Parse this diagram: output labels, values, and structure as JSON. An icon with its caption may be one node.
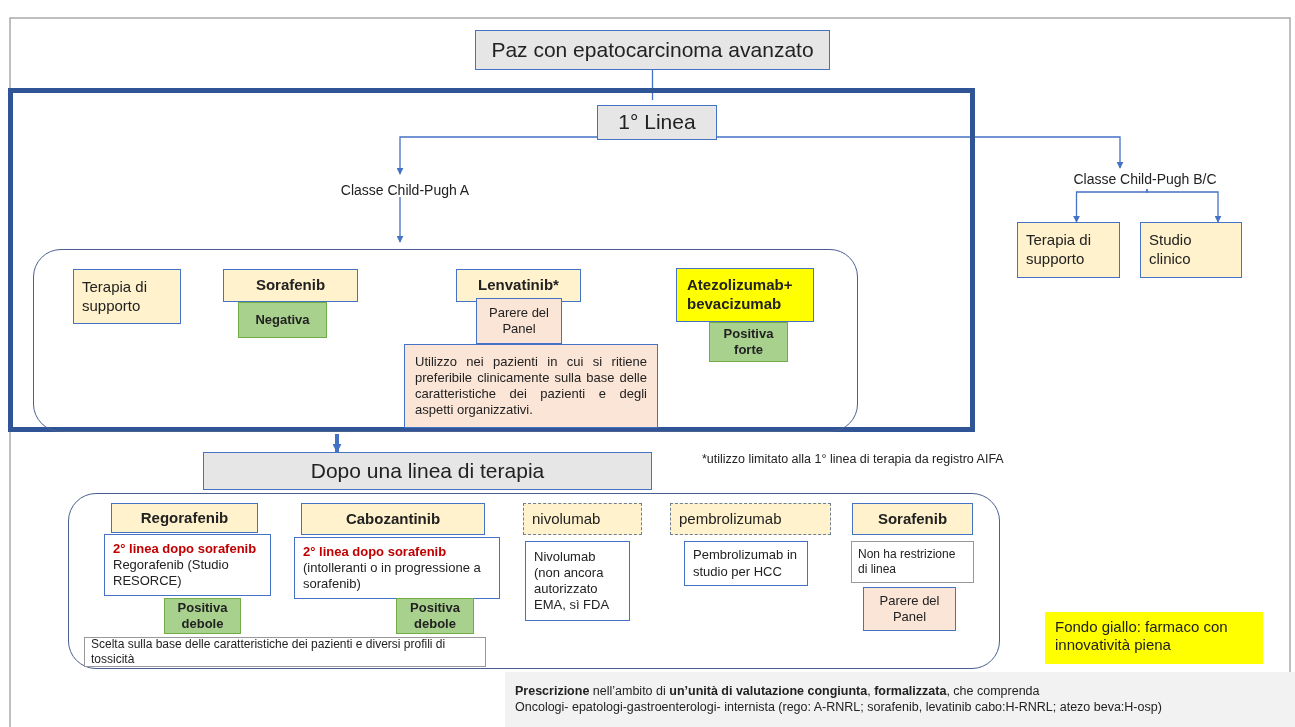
{
  "diagram": {
    "nodes": [
      {
        "text": [
          "Paz con epatocarcinoma avanzato"
        ]
      },
      {
        "text": [],
        "shape": "box"
      },
      {
        "text": [
          "1° Linea"
        ],
        "in": 1
      },
      {
        "text": [
          "Classe Child-Pugh A"
        ],
        "in": 1
      },
      {
        "text": [],
        "shape": "box",
        "in": 1
      },
      {
        "text": [
          "Terapia di supporto"
        ],
        "in": 4
      },
      {
        "text": [
          "Sorafenib"
        ],
        "in": 4
      },
      {
        "text": [
          "Negativa"
        ],
        "in": 4
      },
      {
        "text": [
          "Lenvatinib*"
        ],
        "in": 4
      },
      {
        "text": [
          "Parere del Panel"
        ],
        "in": 4
      },
      {
        "text": [
          "Utilizzo nei pazienti in cui si ritiene preferibile clinicamente sulla base delle caratteristiche dei pazienti e degli  aspetti organizzativi."
        ],
        "in": 4
      },
      {
        "text": [
          "Atezolizumab+ bevacizumab"
        ],
        "in": 4
      },
      {
        "text": [
          "Positiva forte"
        ],
        "in": 4
      },
      {
        "text": [
          "Classe Child-Pugh B/C"
        ]
      },
      {
        "text": [
          "Terapia di supporto"
        ]
      },
      {
        "text": [
          "Studio clinico"
        ]
      },
      {
        "text": [
          "Dopo una linea di terapia"
        ]
      },
      {
        "text": [],
        "shape": "box"
      },
      {
        "text": [
          "Regorafenib"
        ],
        "in": 17
      },
      {
        "text": [
          "2° linea dopo sorafenib",
          "Regorafenib (Studio RESORCE)"
        ],
        "in": 17
      },
      {
        "text": [
          "Positiva debole"
        ],
        "in": 17
      },
      {
        "text": [
          "Cabozantinib"
        ],
        "in": 17
      },
      {
        "text": [
          "2° linea dopo sorafenib",
          "(intolleranti o in progressione a sorafenib)"
        ],
        "in": 17
      },
      {
        "text": [
          "Positiva debole"
        ],
        "in": 17
      },
      {
        "text": [
          "nivolumab"
        ],
        "in": 17
      },
      {
        "text": [
          "Nivolumab (non ancora autorizzato EMA, sì FDA"
        ],
        "in": 17
      },
      {
        "text": [
          "pembrolizumab"
        ],
        "in": 17
      },
      {
        "text": [
          "Pembrolizumab in studio per HCC"
        ],
        "in": 17
      },
      {
        "text": [
          "Sorafenib"
        ],
        "in": 17
      },
      {
        "text": [
          "Non ha restrizione di linea"
        ],
        "in": 17
      },
      {
        "text": [
          "Parere del Panel"
        ],
        "in": 17
      },
      {
        "text": [
          "Scelta sulla base delle caratteristiche dei pazienti e diversi profili di tossicità"
        ],
        "in": 17
      },
      {
        "text": [
          "**Prescrizione** nell’ambito di **un’unità di valutazione congiunta**, **formalizzata**, che comprenda",
          "Oncologi- epatologi-gastroenterologi- internista (rego: A-RNRL; sorafenib, levatinib cabo:H-RNRL; atezo beva:H-osp)"
        ]
      }
    ],
    "edges": [
      {
        "from": 0,
        "to": 2,
        "arrow": "none"
      },
      {
        "from": 2,
        "to": 3,
        "arrow": "to"
      },
      {
        "from": 2,
        "to": 13,
        "arrow": "to"
      },
      {
        "from": 3,
        "to": 4,
        "arrow": "to"
      },
      {
        "from": 13,
        "to": 14,
        "arrow": "to"
      },
      {
        "from": 13,
        "to": 15,
        "arrow": "to"
      },
      {
        "from": 1,
        "to": 16,
        "arrow": "to",
        "style": "thick"
      }
    ],
    "labels": [
      "*utilizzo limitato alla 1° linea di terapia da registro AIFA"
    ],
    "legend": [
      {
        "text": "Fondo giallo: farmaco con innovatività piena",
        "color": "#ffff00"
      }
    ]
  }
}
